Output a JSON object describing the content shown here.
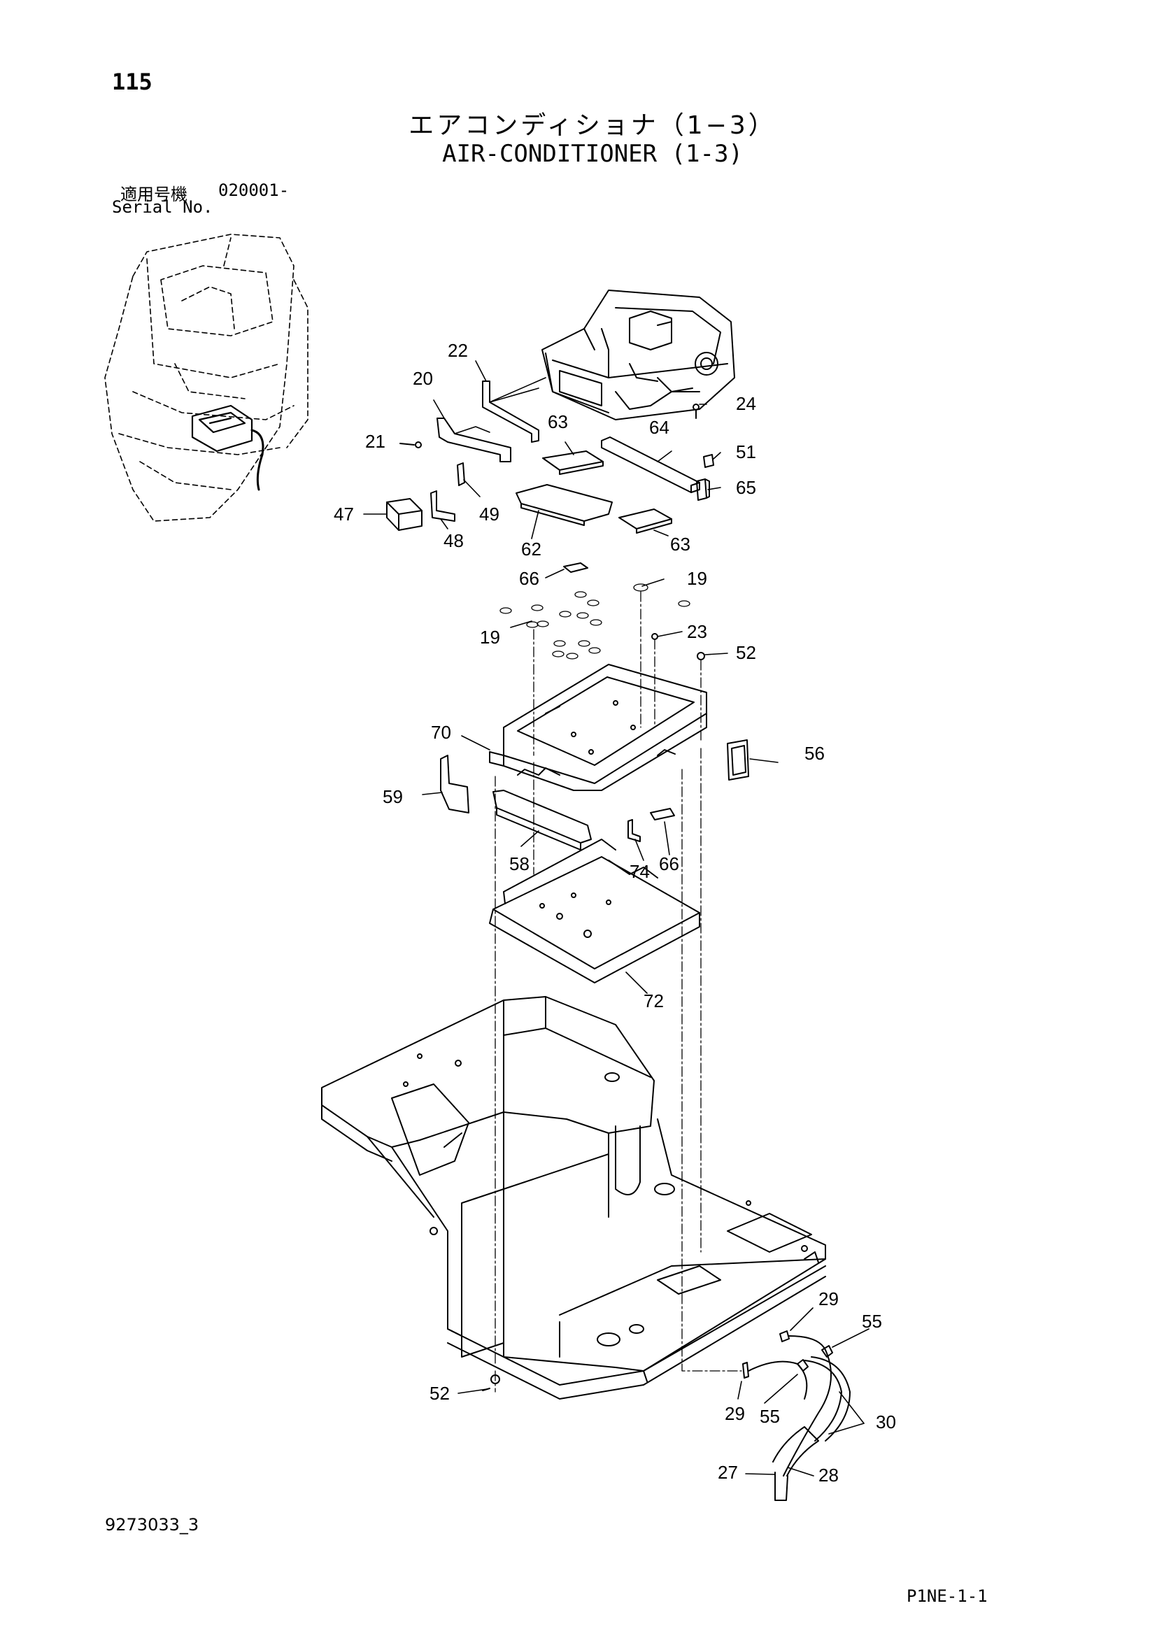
{
  "header": {
    "page_number": "115",
    "title_jp": "エアコンディショナ（1−3）",
    "title_en": "AIR-CONDITIONER (1-3)",
    "serial_label_jp": "適用号機",
    "serial_value": "020001-",
    "serial_label_en": "Serial No."
  },
  "footer": {
    "drawing_number": "9273033_3",
    "page_code": "P1NE-1-1"
  },
  "callouts": [
    {
      "id": "c22",
      "label": "22"
    },
    {
      "id": "c20",
      "label": "20"
    },
    {
      "id": "c24",
      "label": "24"
    },
    {
      "id": "c63a",
      "label": "63"
    },
    {
      "id": "c64",
      "label": "64"
    },
    {
      "id": "c21",
      "label": "21"
    },
    {
      "id": "c51",
      "label": "51"
    },
    {
      "id": "c65",
      "label": "65"
    },
    {
      "id": "c47",
      "label": "47"
    },
    {
      "id": "c49",
      "label": "49"
    },
    {
      "id": "c48",
      "label": "48"
    },
    {
      "id": "c62",
      "label": "62"
    },
    {
      "id": "c63b",
      "label": "63"
    },
    {
      "id": "c66a",
      "label": "66"
    },
    {
      "id": "c19a",
      "label": "19"
    },
    {
      "id": "c19b",
      "label": "19"
    },
    {
      "id": "c23",
      "label": "23"
    },
    {
      "id": "c52a",
      "label": "52"
    },
    {
      "id": "c70",
      "label": "70"
    },
    {
      "id": "c56",
      "label": "56"
    },
    {
      "id": "c59",
      "label": "59"
    },
    {
      "id": "c58",
      "label": "58"
    },
    {
      "id": "c74",
      "label": "74"
    },
    {
      "id": "c66b",
      "label": "66"
    },
    {
      "id": "c72",
      "label": "72"
    },
    {
      "id": "c29a",
      "label": "29"
    },
    {
      "id": "c55a",
      "label": "55"
    },
    {
      "id": "c29b",
      "label": "29"
    },
    {
      "id": "c55b",
      "label": "55"
    },
    {
      "id": "c30",
      "label": "30"
    },
    {
      "id": "c52b",
      "label": "52"
    },
    {
      "id": "c27",
      "label": "27"
    },
    {
      "id": "c28",
      "label": "28"
    }
  ]
}
